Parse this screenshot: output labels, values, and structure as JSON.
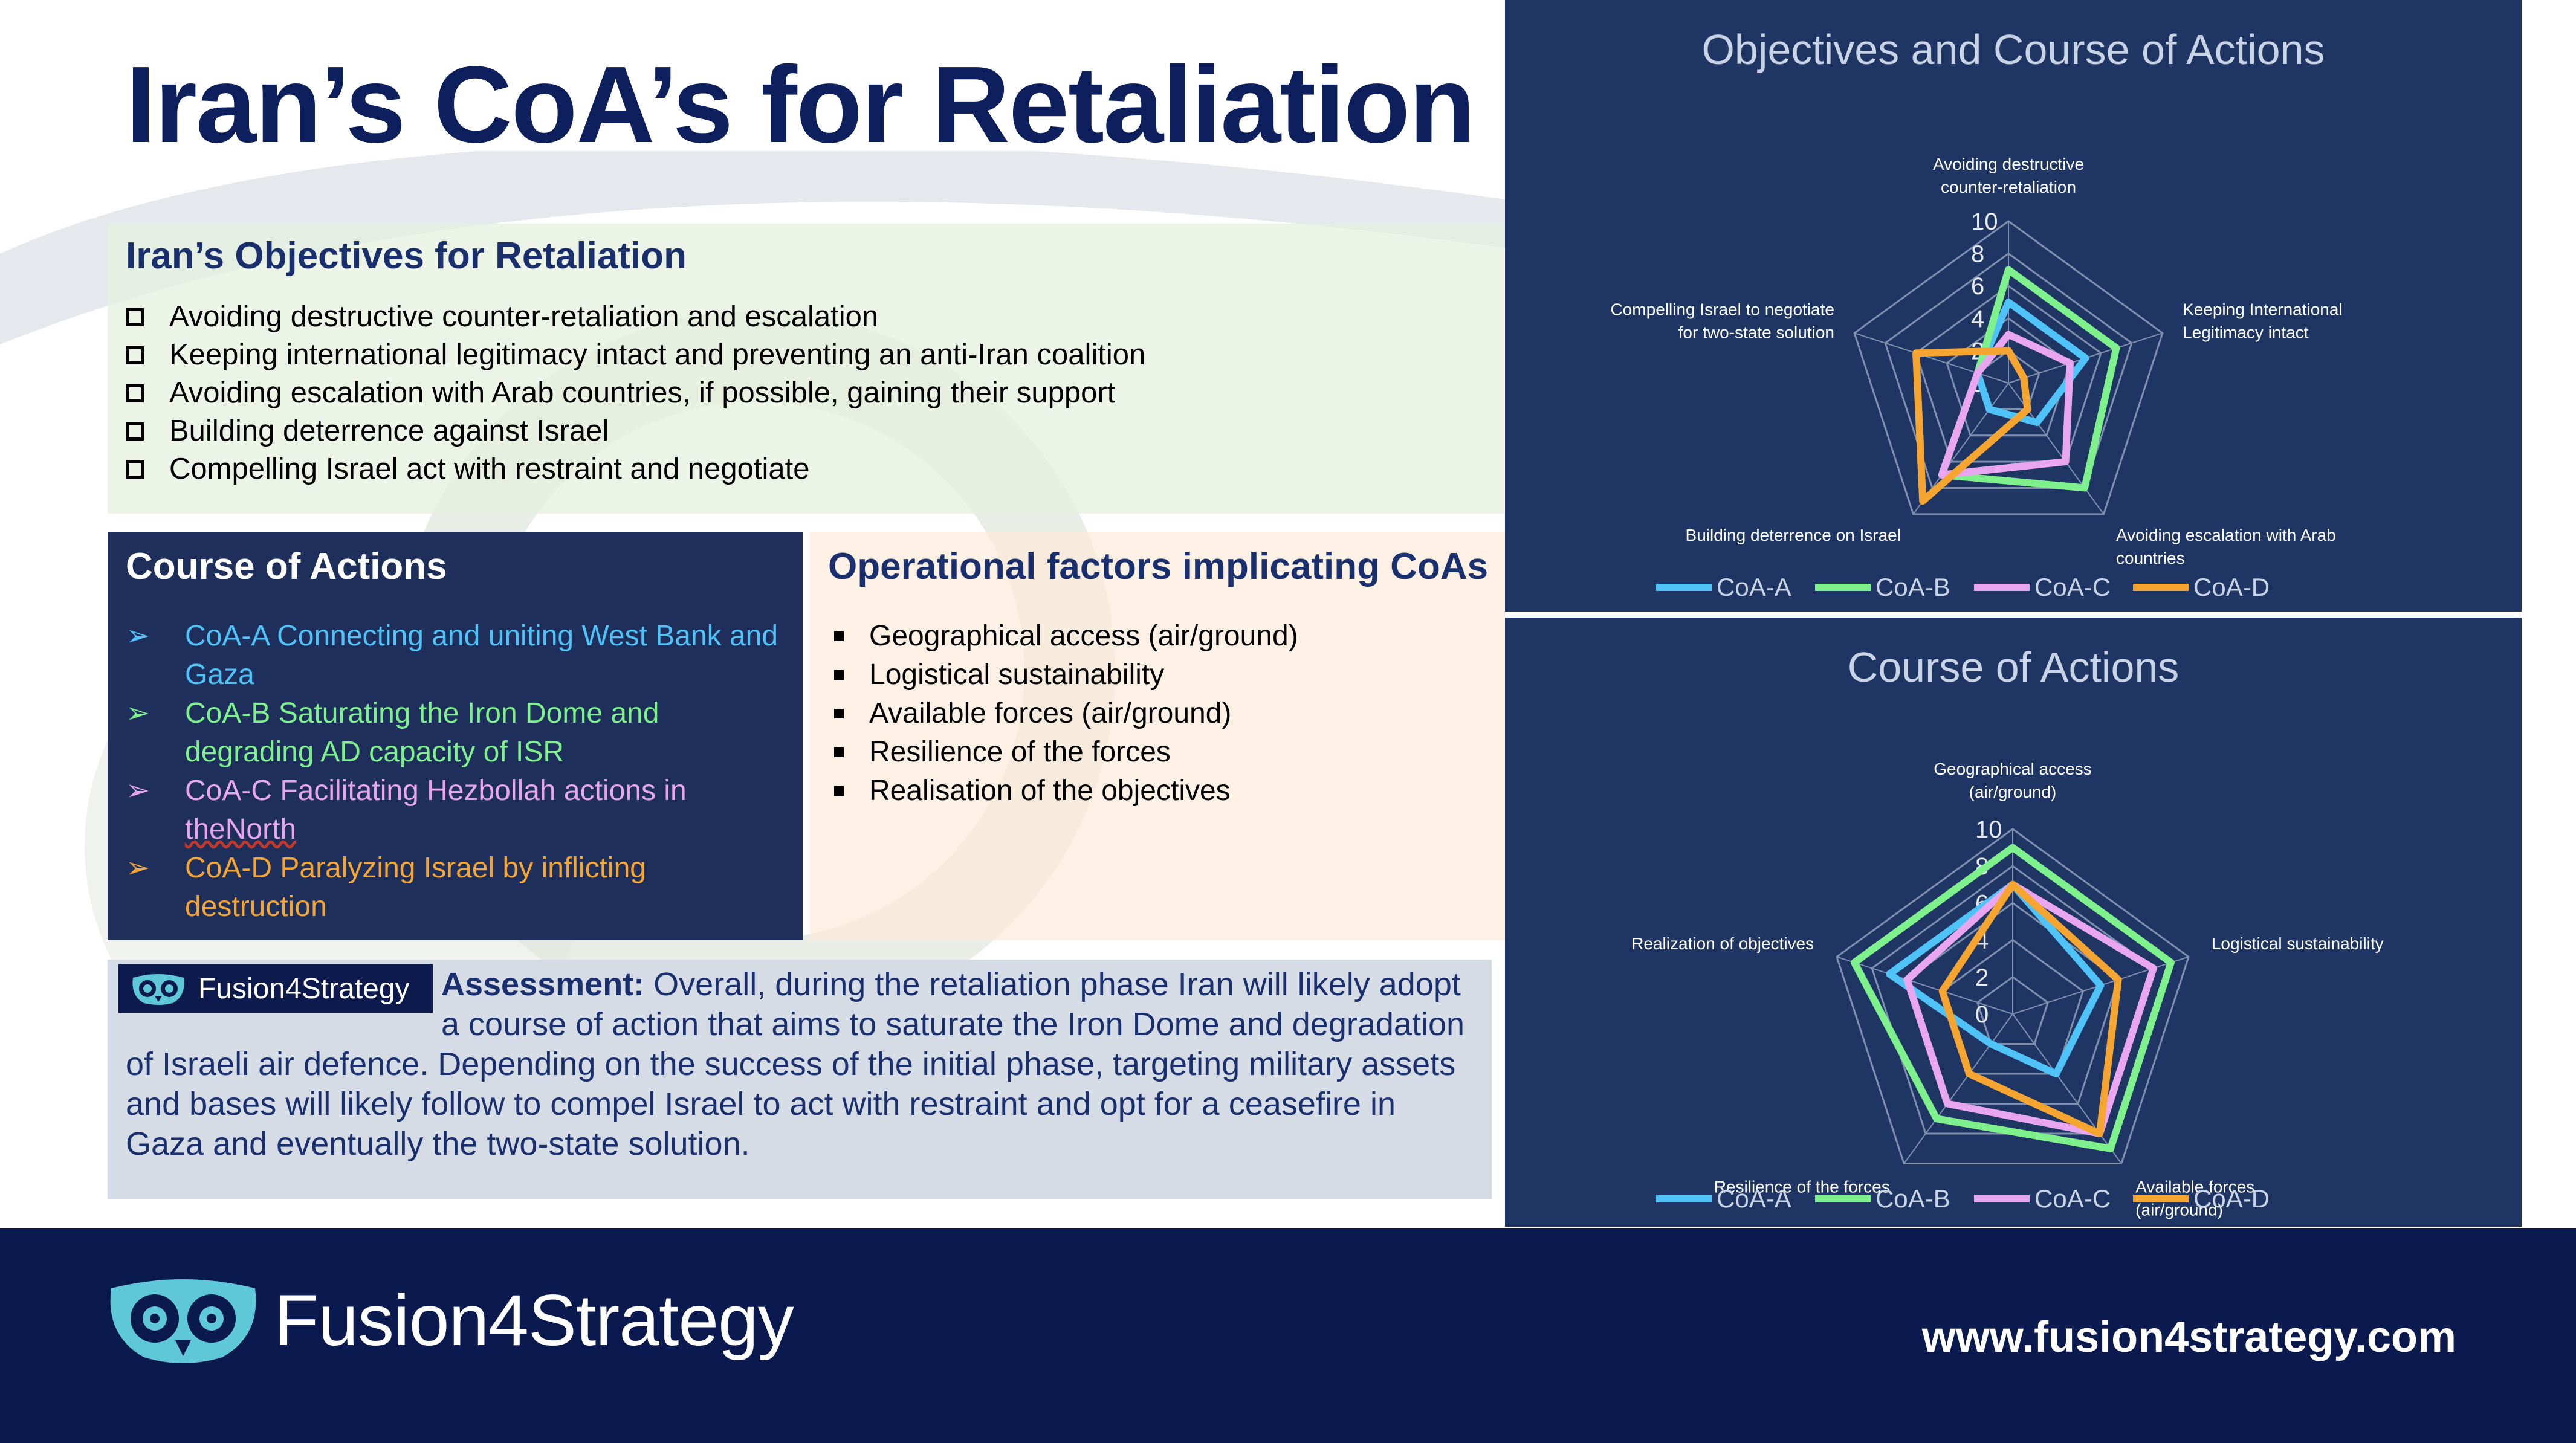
{
  "title": "Iran’s CoA’s for Retaliation",
  "objectives": {
    "heading": "Iran’s Objectives for Retaliation",
    "items": [
      "Avoiding destructive counter-retaliation and escalation",
      "Keeping international legitimacy intact and preventing an anti-Iran coalition",
      "Avoiding escalation with Arab countries, if possible, gaining their support",
      "Building deterrence against Israel",
      "Compelling Israel act with restraint and negotiate"
    ]
  },
  "course_of_actions": {
    "heading": "Course of Actions",
    "items": [
      {
        "line1": "CoA-A Connecting and uniting West Bank and",
        "line2": "Gaza",
        "color": "#4fc3f7"
      },
      {
        "line1": "CoA-B Saturating the Iron Dome and",
        "line2": "degrading AD capacity of ISR",
        "color": "#7ef08c"
      },
      {
        "line1": "CoA-C Facilitating Hezbollah actions in",
        "line2": "theNorth",
        "color": "#e8a6f0"
      },
      {
        "line1": "CoA-D Paralyzing Israel by inflicting",
        "line2": "destruction",
        "color": "#f7a531"
      }
    ]
  },
  "operational_factors": {
    "heading": "Operational factors implicating CoAs",
    "items": [
      "Geographical access (air/ground)",
      "Logistical sustainability",
      "Available forces (air/ground)",
      "Resilience of the forces",
      "Realisation of the objectives"
    ]
  },
  "assessment": {
    "logo_text": "Fusion4Strategy",
    "label": "Assessment:",
    "text": " Overall, during the retaliation phase Iran will likely adopt a course of action that aims to saturate the Iron Dome and degradation of Israeli air defence. Depending on the success of the initial phase, targeting military assets and bases will likely follow to compel Israel to act with restraint and opt for a ceasefire in Gaza and eventually the two-state solution."
  },
  "footer": {
    "brand": "Fusion4Strategy",
    "url": "www.fusion4strategy.com"
  },
  "colors": {
    "navy": "#0d1f5c",
    "panel_dark": "#1f3563",
    "coa_a": "#4fc3f7",
    "coa_b": "#7ef08c",
    "coa_c": "#e8a6f0",
    "coa_d": "#f7a531"
  },
  "icons": {
    "objective_bullet": "checkbox-icon",
    "coa_bullet": "arrow-icon",
    "factor_bullet": "square-bullet-icon",
    "logo": "owl-logo-icon"
  },
  "chart_data": [
    {
      "type": "radar",
      "title": "Objectives and Course of Actions",
      "categories": [
        "Avoiding destructive counter-retaliation",
        "Keeping International Legitimacy intact",
        "Avoiding escalation with Arab countries",
        "Building deterrence on Israel",
        "Compelling Israel to negotiate for two-state solution"
      ],
      "ticks": [
        "0",
        "2",
        "4",
        "6",
        "8",
        "10"
      ],
      "range": [
        0,
        10
      ],
      "legend_position": "bottom",
      "series": [
        {
          "name": "CoA-A",
          "values": [
            5,
            5,
            3,
            2,
            2
          ]
        },
        {
          "name": "CoA-B",
          "values": [
            7,
            7,
            8,
            7,
            2
          ]
        },
        {
          "name": "CoA-C",
          "values": [
            3,
            4,
            6,
            7,
            2
          ]
        },
        {
          "name": "CoA-D",
          "values": [
            2,
            1,
            2,
            9,
            6
          ]
        }
      ]
    },
    {
      "type": "radar",
      "title": "Course of Actions",
      "categories": [
        "Geographical access (air/ground)",
        "Logistical sustainability",
        "Available forces (air/ground)",
        "Resilience of the forces",
        "Realization of objectives"
      ],
      "ticks": [
        "0",
        "2",
        "4",
        "6",
        "8",
        "10"
      ],
      "range": [
        0,
        10
      ],
      "legend_position": "bottom",
      "series": [
        {
          "name": "CoA-A",
          "values": [
            7,
            5,
            4,
            2,
            7
          ]
        },
        {
          "name": "CoA-B",
          "values": [
            9,
            9,
            9,
            7,
            9
          ]
        },
        {
          "name": "CoA-C",
          "values": [
            7,
            8,
            8,
            6,
            6
          ]
        },
        {
          "name": "CoA-D",
          "values": [
            7,
            6,
            8,
            4,
            4
          ]
        }
      ]
    }
  ]
}
